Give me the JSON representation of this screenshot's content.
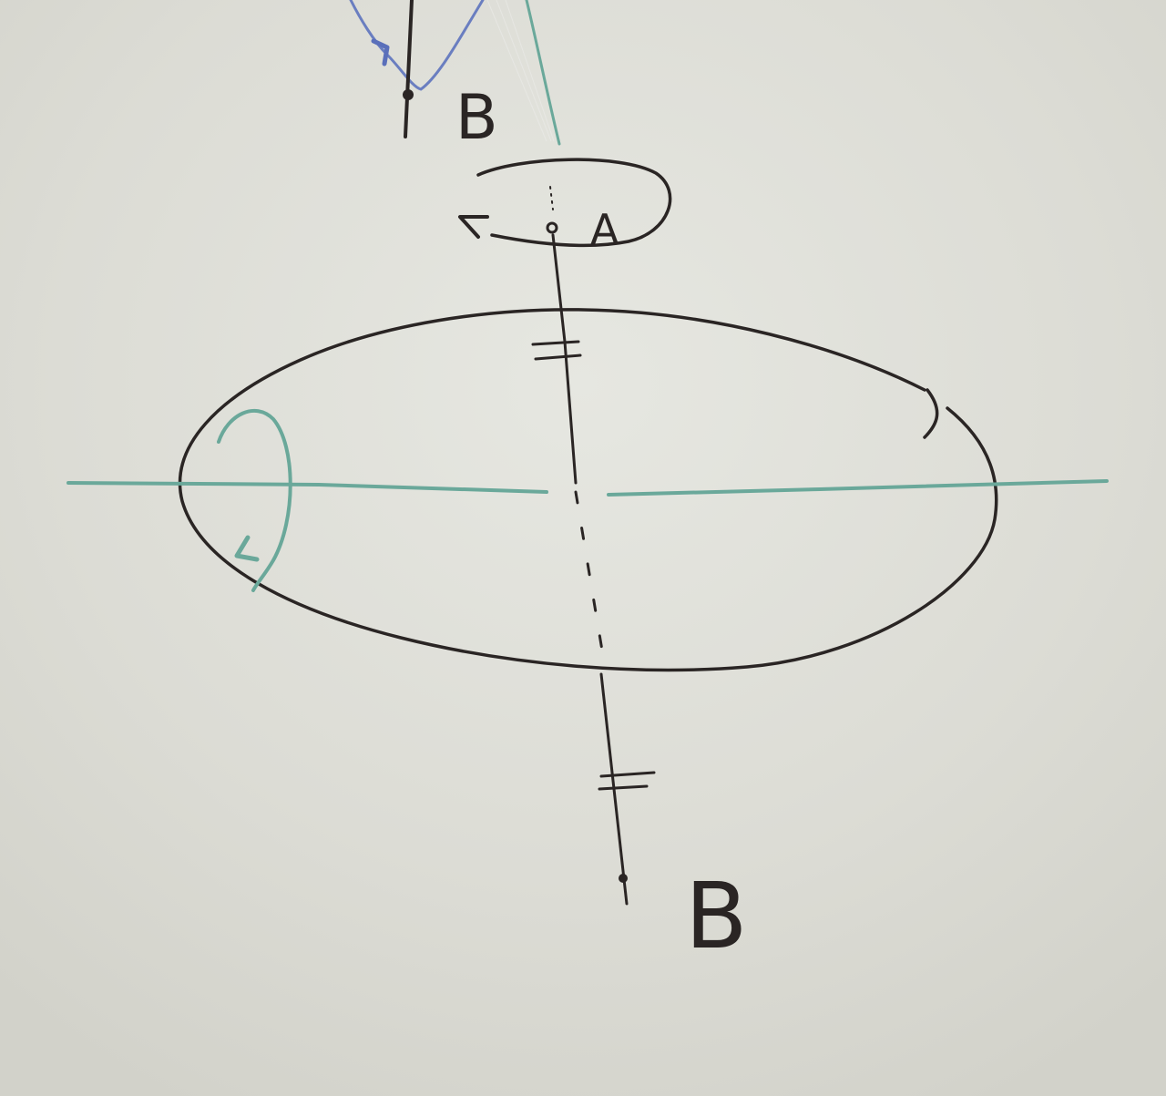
{
  "diagram": {
    "labels": {
      "top_b": "B",
      "point_a": "A",
      "bottom_b": "B"
    },
    "colors": {
      "board": "#dcdcd4",
      "black_marker": "#2a2524",
      "teal_marker": "#6aa89a",
      "blue_marker": "#6a7ec0"
    }
  }
}
